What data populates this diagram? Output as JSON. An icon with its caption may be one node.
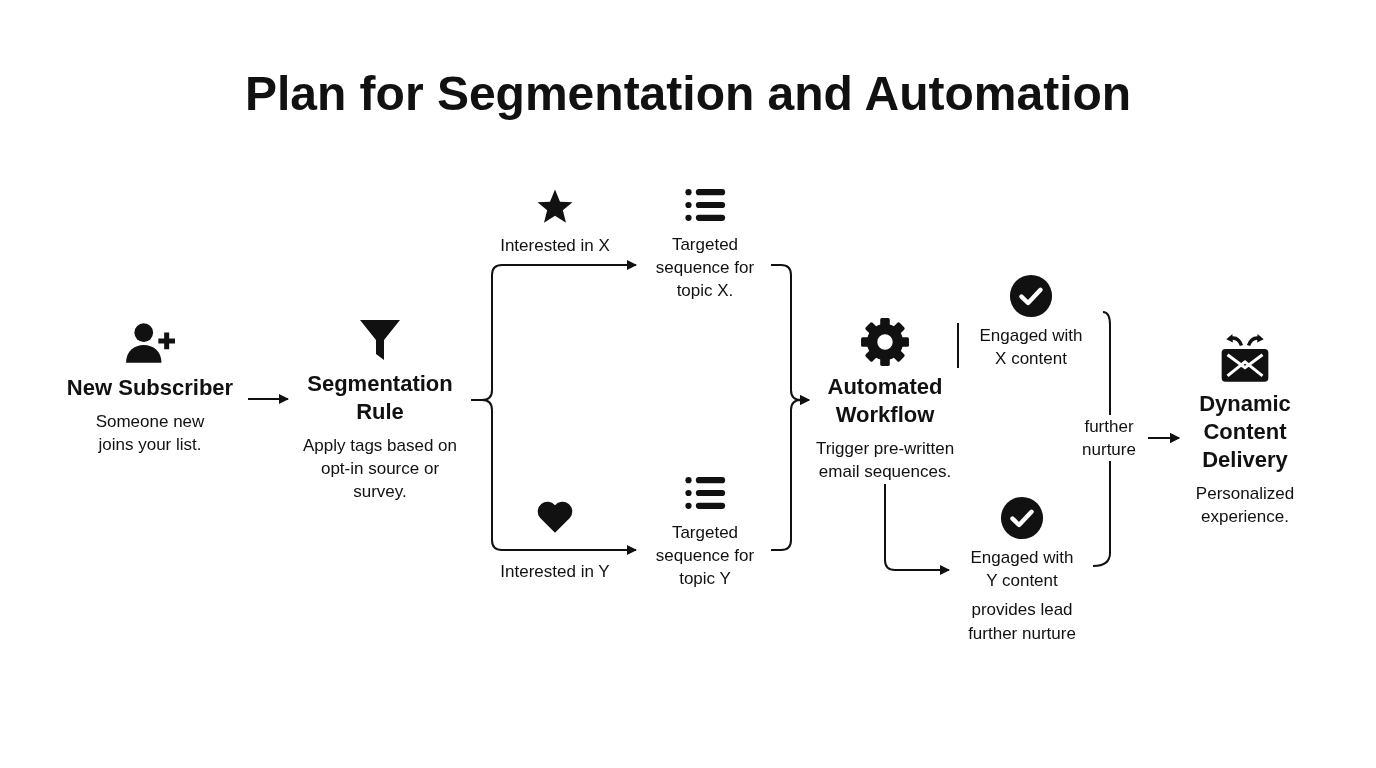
{
  "diagram": {
    "title": "Plan for Segmentation and Automation",
    "nodes": [
      {
        "text": [
          "New Subscriber",
          "Someone new joins your list."
        ]
      },
      {
        "text": [
          "Segmentation Rule",
          "Apply tags based on opt-in source or survey."
        ]
      },
      {
        "text": [
          "Targeted sequence for topic X."
        ]
      },
      {
        "text": [
          "Targeted sequence for topic Y"
        ]
      },
      {
        "text": [
          "Automated Workflow",
          "Trigger pre-written email sequences."
        ]
      },
      {
        "text": [
          "Engaged with X content"
        ]
      },
      {
        "text": [
          "Engaged with Y content"
        ],
        "beside": [
          "provides lead further nurture"
        ]
      },
      {
        "text": [
          "Dynamic Content Delivery",
          "Personalized experience."
        ]
      }
    ],
    "edges": [
      {
        "from": 0,
        "to": 1,
        "arrow": "to"
      },
      {
        "from": 1,
        "to": 2,
        "arrow": "to",
        "label": "Interested in X"
      },
      {
        "from": 1,
        "to": 3,
        "arrow": "to",
        "label": "Interested in Y"
      },
      {
        "from": 2,
        "to": 4,
        "arrow": "to"
      },
      {
        "from": 3,
        "to": 4,
        "arrow": "to"
      },
      {
        "from": 4,
        "to": 6,
        "arrow": "to"
      },
      {
        "from": 5,
        "to": 7,
        "arrow": "to",
        "label": "further nurture"
      },
      {
        "from": 6,
        "to": 7,
        "arrow": "to"
      }
    ]
  }
}
